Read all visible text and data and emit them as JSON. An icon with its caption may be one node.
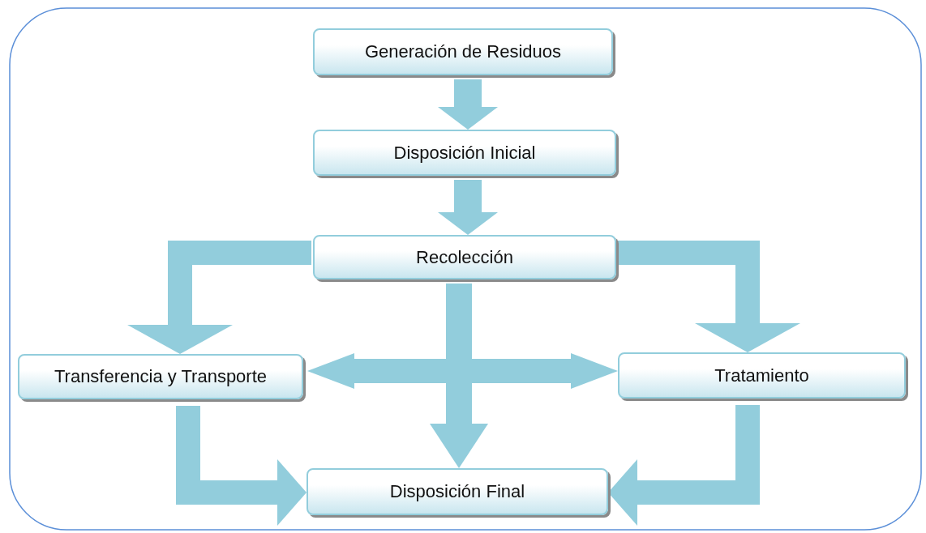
{
  "diagram": {
    "nodes": [
      {
        "text": [
          "Generación de Residuos"
        ]
      },
      {
        "text": [
          "Disposición Inicial"
        ]
      },
      {
        "text": [
          "Recolección"
        ]
      },
      {
        "text": [
          "Transferencia y Transporte"
        ]
      },
      {
        "text": [
          "Tratamiento"
        ]
      },
      {
        "text": [
          "Disposición Final"
        ]
      }
    ],
    "edges": [
      {
        "from": 0,
        "to": 1,
        "arrow": "to"
      },
      {
        "from": 1,
        "to": 2,
        "arrow": "to"
      },
      {
        "from": 2,
        "to": 3,
        "arrow": "to"
      },
      {
        "from": 2,
        "to": 4,
        "arrow": "to"
      },
      {
        "from": 2,
        "to": 5,
        "arrow": "to"
      },
      {
        "from": 3,
        "to": 4,
        "arrow": "both"
      },
      {
        "from": 3,
        "to": 5,
        "arrow": "to"
      },
      {
        "from": 4,
        "to": 5,
        "arrow": "to"
      }
    ]
  }
}
